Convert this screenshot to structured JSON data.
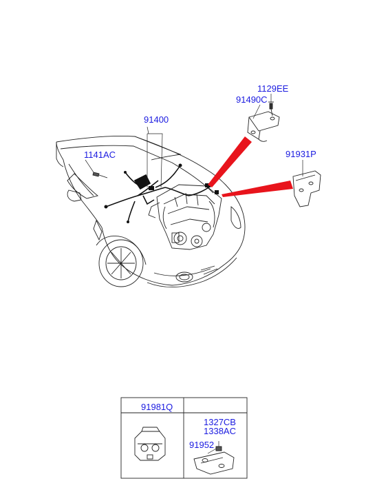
{
  "diagram": {
    "labels": {
      "p1129ee": "1129EE",
      "p91490c": "91490C",
      "p91400": "91400",
      "p1141ac": "1141AC",
      "p91931p": "91931P",
      "p91981q": "91981Q",
      "p1327cb": "1327CB",
      "p1338ac": "1338AC",
      "p91952": "91952"
    },
    "colors": {
      "label": "#1a1ae0",
      "callout": "#e8141c",
      "line": "#222222"
    }
  }
}
